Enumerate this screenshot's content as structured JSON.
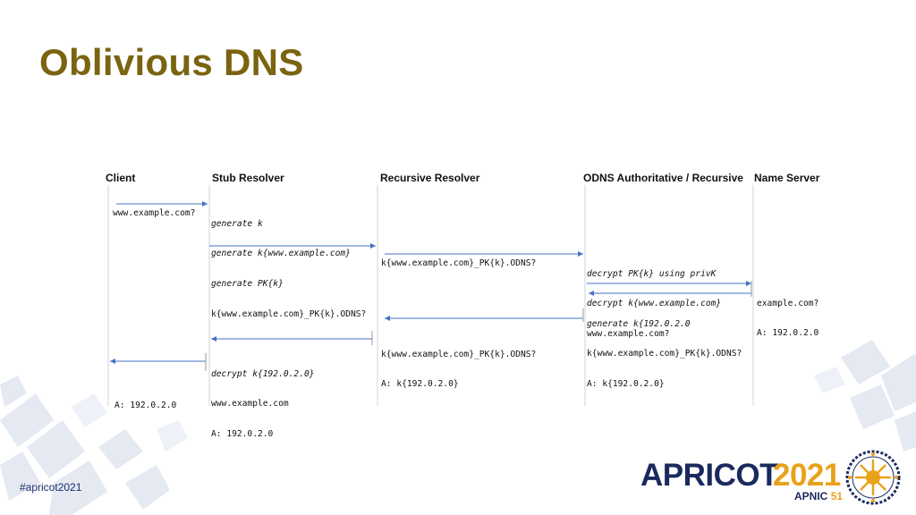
{
  "slide": {
    "title": "Oblivious DNS",
    "hashtag": "#apricot2021",
    "logo": {
      "word": "APRICOT",
      "year": "2021",
      "org": "APNIC",
      "number": "51",
      "colors": {
        "navy": "#1b2a5e",
        "gold": "#e8a21b"
      }
    },
    "title_color": "#7a6410"
  },
  "diagram": {
    "columns": [
      {
        "id": "client",
        "label": "Client"
      },
      {
        "id": "stub",
        "label": "Stub Resolver"
      },
      {
        "id": "recursive",
        "label": "Recursive Resolver"
      },
      {
        "id": "odns",
        "label": "ODNS Authoritative / Recursive"
      },
      {
        "id": "ns",
        "label": "Name Server"
      }
    ],
    "messages": {
      "m1": [
        "www.example.com?"
      ],
      "m2": [
        "generate k",
        "generate k{www.example.com}",
        "generate PK{k}",
        "k{www.example.com}_PK{k}.ODNS?"
      ],
      "m3": [
        "k{www.example.com}_PK{k}.ODNS?"
      ],
      "m4": [
        "decrypt PK{k} using privK",
        "decrypt k{www.example.com}",
        "www.example.com?"
      ],
      "m5": [
        "example.com?",
        "A: 192.0.2.0"
      ],
      "m6": [
        "generate k{192.0.2.0",
        "k{www.example.com}_PK{k}.ODNS?",
        "A: k{192.0.2.0}"
      ],
      "m7": [
        "k{www.example.com}_PK{k}.ODNS?",
        "A: k{192.0.2.0}"
      ],
      "m8": [
        "decrypt k{192.0.2.0}",
        "www.example.com",
        "A: 192.0.2.0"
      ],
      "m9": [
        "A: 192.0.2.0"
      ]
    },
    "arrow_color": "#4472c4"
  }
}
